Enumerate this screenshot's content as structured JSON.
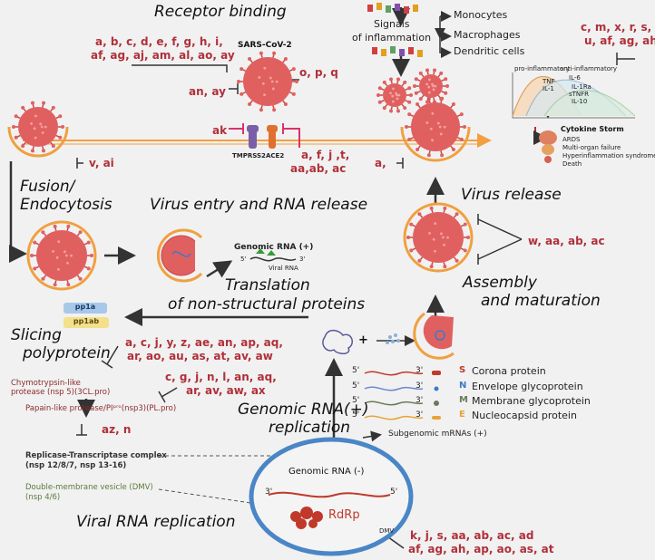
{
  "titles": {
    "receptor_binding": "Receptor binding",
    "fusion": "Fusion/",
    "endocytosis": "Endocytosis",
    "virus_entry": "Virus entry and RNA release",
    "translation1": "Translation",
    "translation2": "of non-structural proteins",
    "slicing1": "Slicing",
    "slicing2": "polyprotein",
    "virus_release": "Virus release",
    "assembly1": "Assembly",
    "assembly2": "and maturation",
    "genomic_rep1": "Genomic RNA(+)",
    "genomic_rep2": "replication",
    "viral_rna_rep": "Viral RNA replication"
  },
  "labels": {
    "sars": "SARS-CoV-2",
    "signals1": "Signals",
    "signals2": "of inflammation",
    "monocytes": "Monocytes",
    "macrophages": "Macrophages",
    "dendritic": "Dendritic cells",
    "tmprss2": "TMPRSS2",
    "ace2": "ACE2",
    "genomic_rna_pos": "Genomic RNA (+)",
    "viral_rna": "Viral RNA",
    "five": "5'",
    "three": "3'",
    "pp1a": "pp1a",
    "pp1ab": "pp1ab",
    "chymo1": "Chymotrypsin-like",
    "chymo2": "protease (nsp 5)(3CL.pro)",
    "papain": "Papain-like protease/PIᵖʳᵒ(nsp3)(PL.pro)",
    "replicase1": "Replicase-Transcriptase complex",
    "replicase2": "(nsp 12/8/7, nsp 13-16)",
    "dmv1": "Double-membrane vesicle (DMV)",
    "dmv2": "(nsp 4/6)",
    "genomic_rna_neg": "Genomic RNA (-)",
    "rdrp": "RdRp",
    "dmv_small": "DMV",
    "subgenomic": "Subgenomic mRNAs (+)",
    "plus": "+"
  },
  "proteins": [
    {
      "letter": "S",
      "name": "Corona protein",
      "color": "#c0392b"
    },
    {
      "letter": "N",
      "name": "Envelope glycoprotein",
      "color": "#3a7bc8"
    },
    {
      "letter": "M",
      "name": "Membrane glycoprotein",
      "color": "#6b7a5a"
    },
    {
      "letter": "E",
      "name": "Nucleocapsid protein",
      "color": "#e8a23a"
    }
  ],
  "inhibitors": {
    "receptor1": "a, b, c, d, e, f, g, h, i,",
    "receptor2": "af, ag, aj, am, al, ao, ay",
    "an_ay": "an, ay",
    "opq": "o, p, q",
    "ak": "ak",
    "ace1": "a, f, j ,t,",
    "ace2": "aa,ab, ac",
    "v_ai": "v, ai",
    "a_rel": "a,",
    "cytokine1": "c, m, x, r, s, t,",
    "cytokine2": "u, af, ag, ah",
    "release": "w, aa, ab, ac",
    "slice1": "a, c, j, y, z, ae, an, ap, aq,",
    "slice2": "ar, ao, au, as, at, av, aw",
    "plpro1": "c, g, j, n, l, an, aq,",
    "plpro2": "ar, av, aw, ax",
    "az": "az, n",
    "rdrp1": "k, j, s, aa, ab, ac, ad",
    "rdrp2": "af, ag, ah, ap, ao, as, at"
  },
  "cytokine": {
    "pro": "pro-inflammatory",
    "anti": "anti-inflammatory",
    "tnf": "TNF",
    "il1": "IL-1",
    "il6": "IL-6",
    "il1ra": "IL-1Ra",
    "stnfr": "sTNFR",
    "il10": "IL-10",
    "storm": "Cytokine Storm",
    "ards": "ARDS",
    "mof": "Multi-organ failure",
    "hyper": "Hyperinflammation syndrome",
    "death": "Death"
  },
  "colors": {
    "virus": "#e06060",
    "virus_dark": "#c94848",
    "membrane": "#f0a040",
    "inhibitor": "#b0303a",
    "dmv_ring": "#4a86c6"
  }
}
